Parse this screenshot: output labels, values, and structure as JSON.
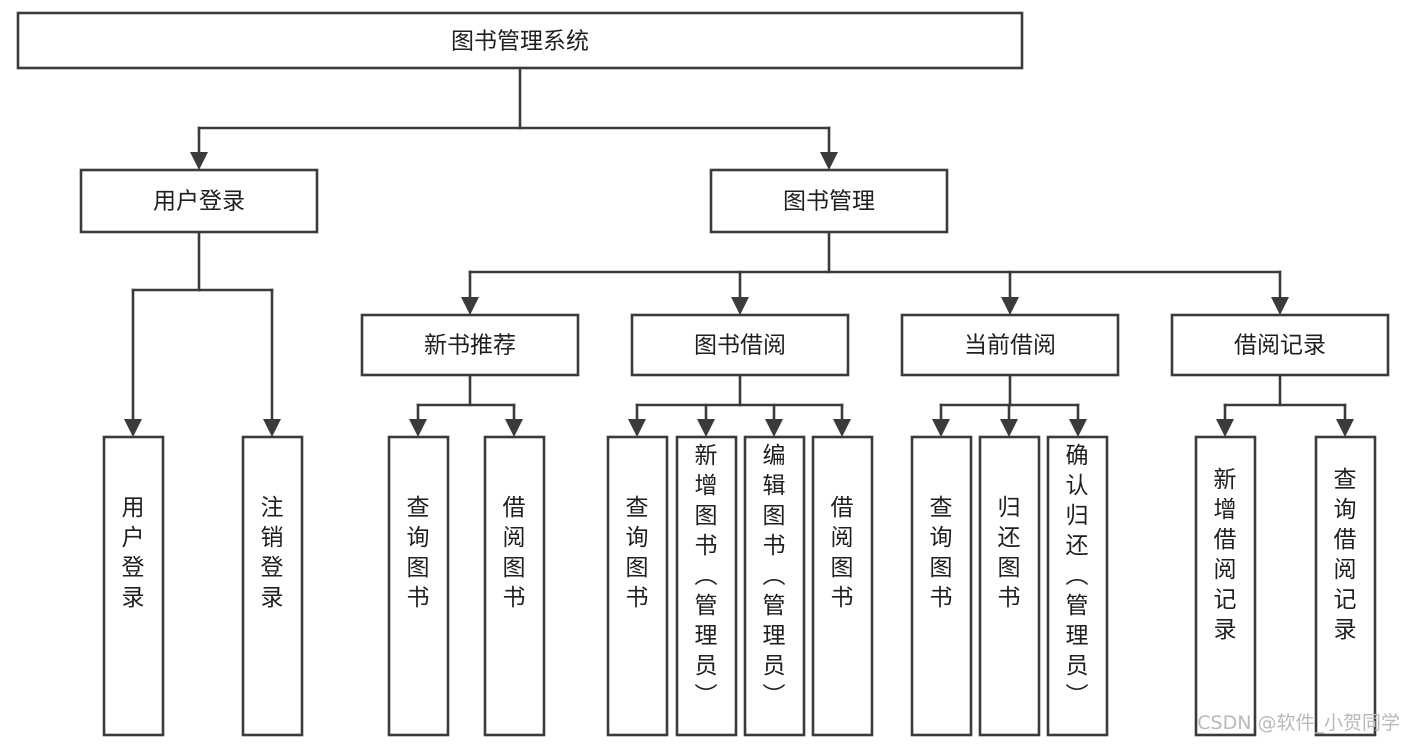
{
  "diagram": {
    "title": "图书管理系统",
    "type": "tree-hierarchy",
    "watermark": "CSDN @软件_小贺同学",
    "colors": {
      "stroke": "#3b3b3b",
      "box_fill": "#ffffff",
      "text": "#1f1f1f",
      "watermark": "#b9b9b9",
      "background": "#ffffff"
    },
    "root": {
      "label": "图书管理系统",
      "orientation": "horizontal"
    },
    "level2": [
      {
        "label": "用户登录",
        "orientation": "horizontal"
      },
      {
        "label": "图书管理",
        "orientation": "horizontal"
      }
    ],
    "level3": [
      {
        "label": "新书推荐",
        "orientation": "horizontal"
      },
      {
        "label": "图书借阅",
        "orientation": "horizontal"
      },
      {
        "label": "当前借阅",
        "orientation": "horizontal"
      },
      {
        "label": "借阅记录",
        "orientation": "horizontal"
      }
    ],
    "leaves": {
      "user_login": [
        {
          "label": "用户登录",
          "orientation": "vertical"
        },
        {
          "label": "注销登录",
          "orientation": "vertical"
        }
      ],
      "new_book_recommend": [
        {
          "label": "查询图书",
          "orientation": "vertical"
        },
        {
          "label": "借阅图书",
          "orientation": "vertical"
        }
      ],
      "book_borrow": [
        {
          "label": "查询图书",
          "orientation": "vertical"
        },
        {
          "label": "新增图书（管理员）",
          "orientation": "vertical"
        },
        {
          "label": "编辑图书（管理员）",
          "orientation": "vertical"
        },
        {
          "label": "借阅图书",
          "orientation": "vertical"
        }
      ],
      "current_borrow": [
        {
          "label": "查询图书",
          "orientation": "vertical"
        },
        {
          "label": "归还图书",
          "orientation": "vertical"
        },
        {
          "label": "确认归还（管理员）",
          "orientation": "vertical"
        }
      ],
      "borrow_record": [
        {
          "label": "新增借阅记录",
          "orientation": "vertical"
        },
        {
          "label": "查询借阅记录",
          "orientation": "vertical"
        }
      ]
    }
  }
}
